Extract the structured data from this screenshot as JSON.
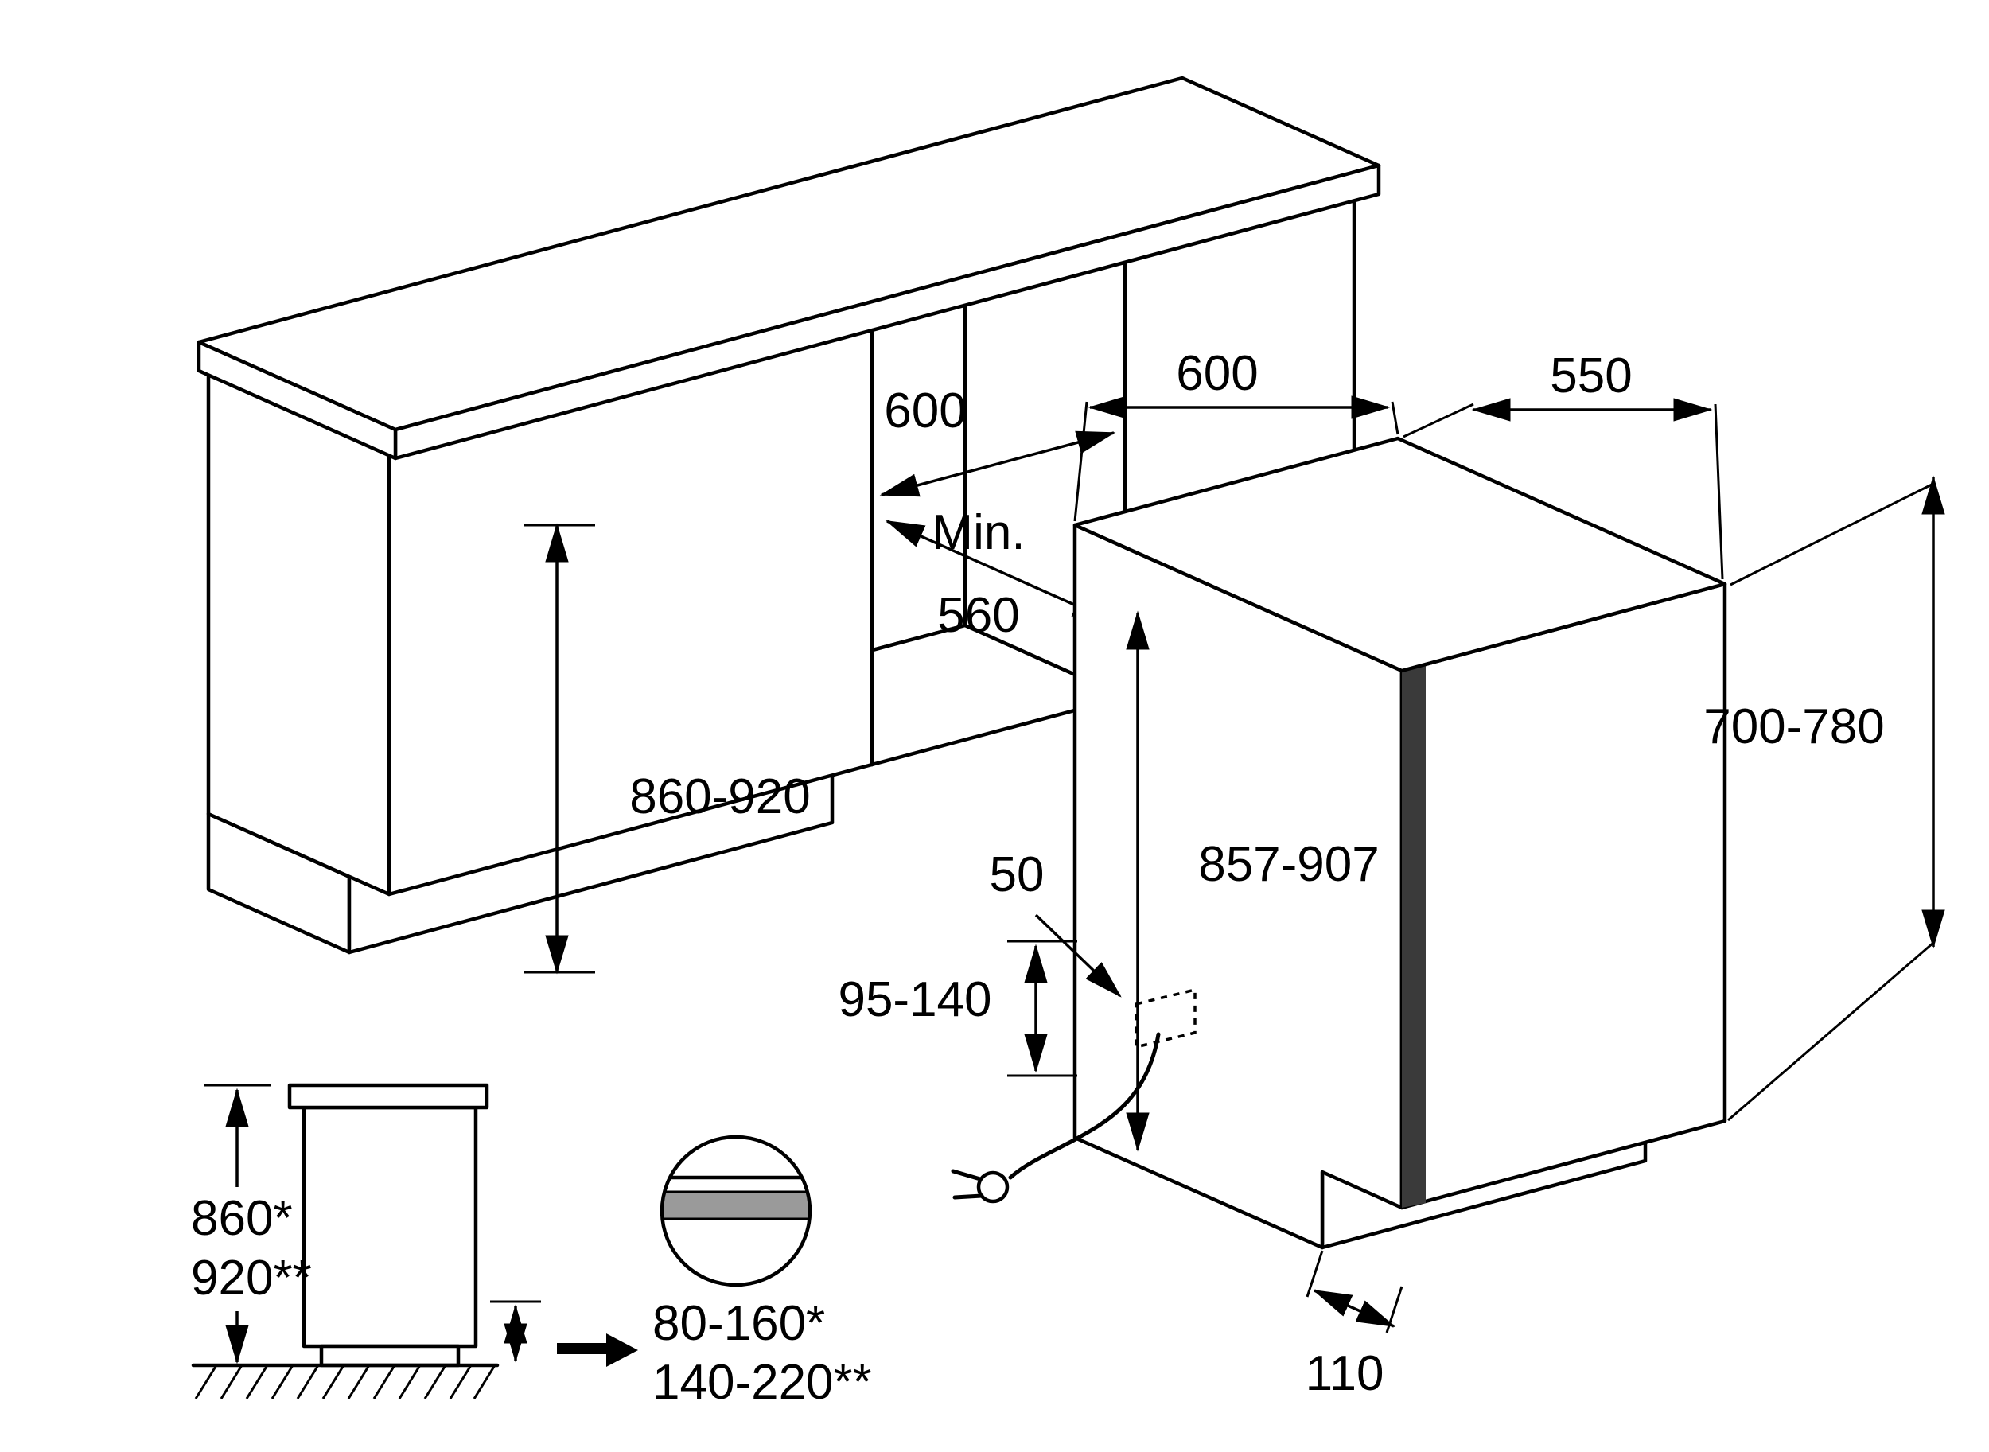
{
  "labels": {
    "niche_width": "600",
    "niche_min_depth_line1": "Min.",
    "niche_min_depth_line2": "560",
    "counter_height": "860-920",
    "appliance_width": "600",
    "appliance_depth": "550",
    "door_height": "700-780",
    "appliance_height": "857-907",
    "cord_offset": "50",
    "cord_zone_height": "95-140",
    "plinth_recess_depth": "110",
    "side_view_height_a": "860*",
    "side_view_height_b": "920**",
    "plinth_range_a": "80-160*",
    "plinth_range_b": "140-220**"
  },
  "colors": {
    "worktop_top": "#b9b9b9",
    "worktop_front": "#8f8f8f",
    "worktop_end": "#a5a5a5",
    "appliance_top": "#f2f2f2",
    "door_edge": "#3a3a3a",
    "detail_gray": "#9a9a9a",
    "elevation_worktop": "#a8a8a8"
  }
}
